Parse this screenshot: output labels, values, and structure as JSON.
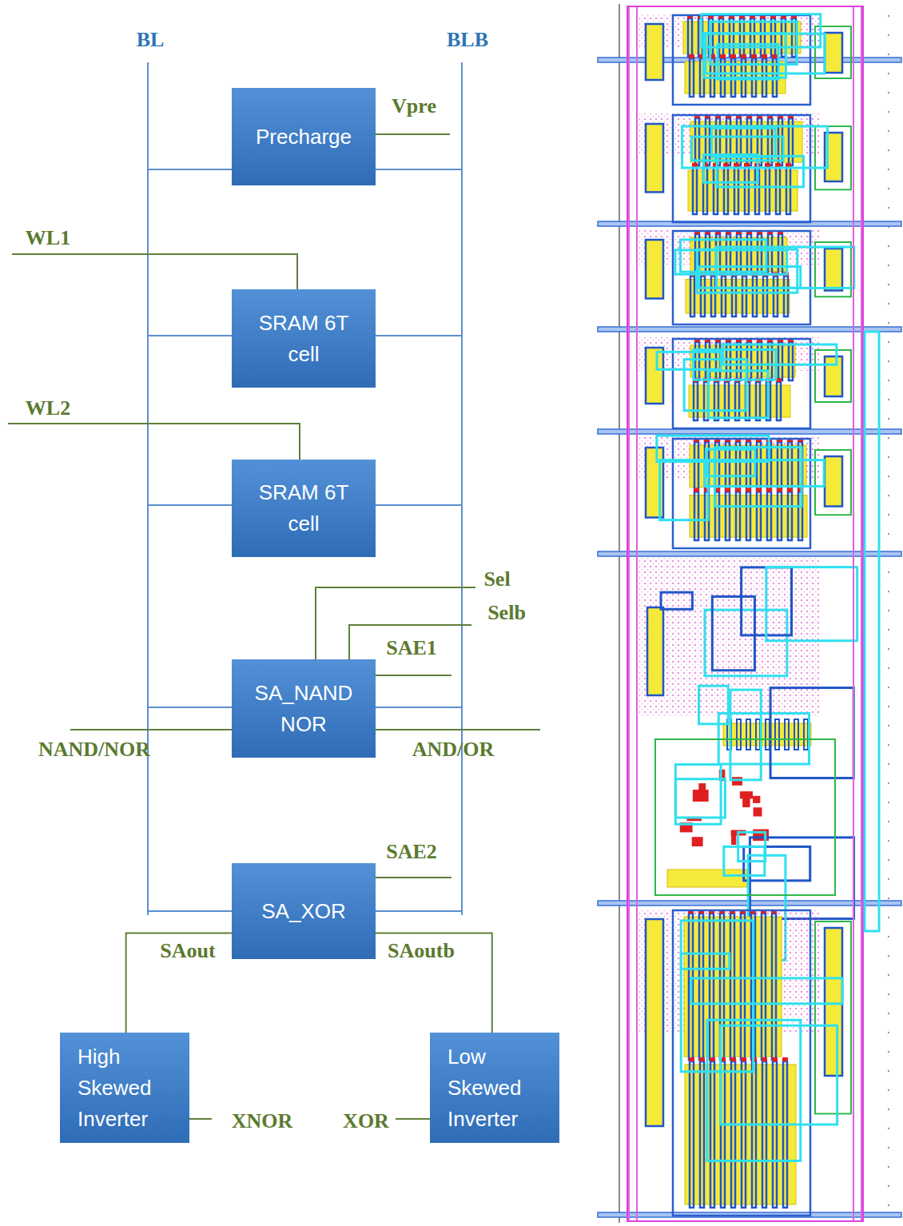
{
  "diagram": {
    "nodes": [
      {
        "text": [
          "Precharge"
        ]
      },
      {
        "text": [
          "SRAM 6T cell"
        ]
      },
      {
        "text": [
          "SRAM 6T cell"
        ]
      },
      {
        "text": [
          "SA_NAND NOR"
        ]
      },
      {
        "text": [
          "SA_XOR"
        ]
      },
      {
        "text": [
          "High Skewed Inverter"
        ]
      },
      {
        "text": [
          "Low Skewed Inverter"
        ]
      }
    ],
    "edges": [
      {
        "from": 4,
        "to": 5,
        "arrow": "none"
      },
      {
        "from": 4,
        "to": 6,
        "arrow": "none"
      }
    ],
    "labels": [
      "BL",
      "BLB",
      "Vpre",
      "WL1",
      "WL2",
      "Sel",
      "Selb",
      "SAE1",
      "NAND/NOR",
      "AND/OR",
      "SAE2",
      "SAout",
      "SAoutb",
      "XNOR",
      "XOR"
    ]
  }
}
